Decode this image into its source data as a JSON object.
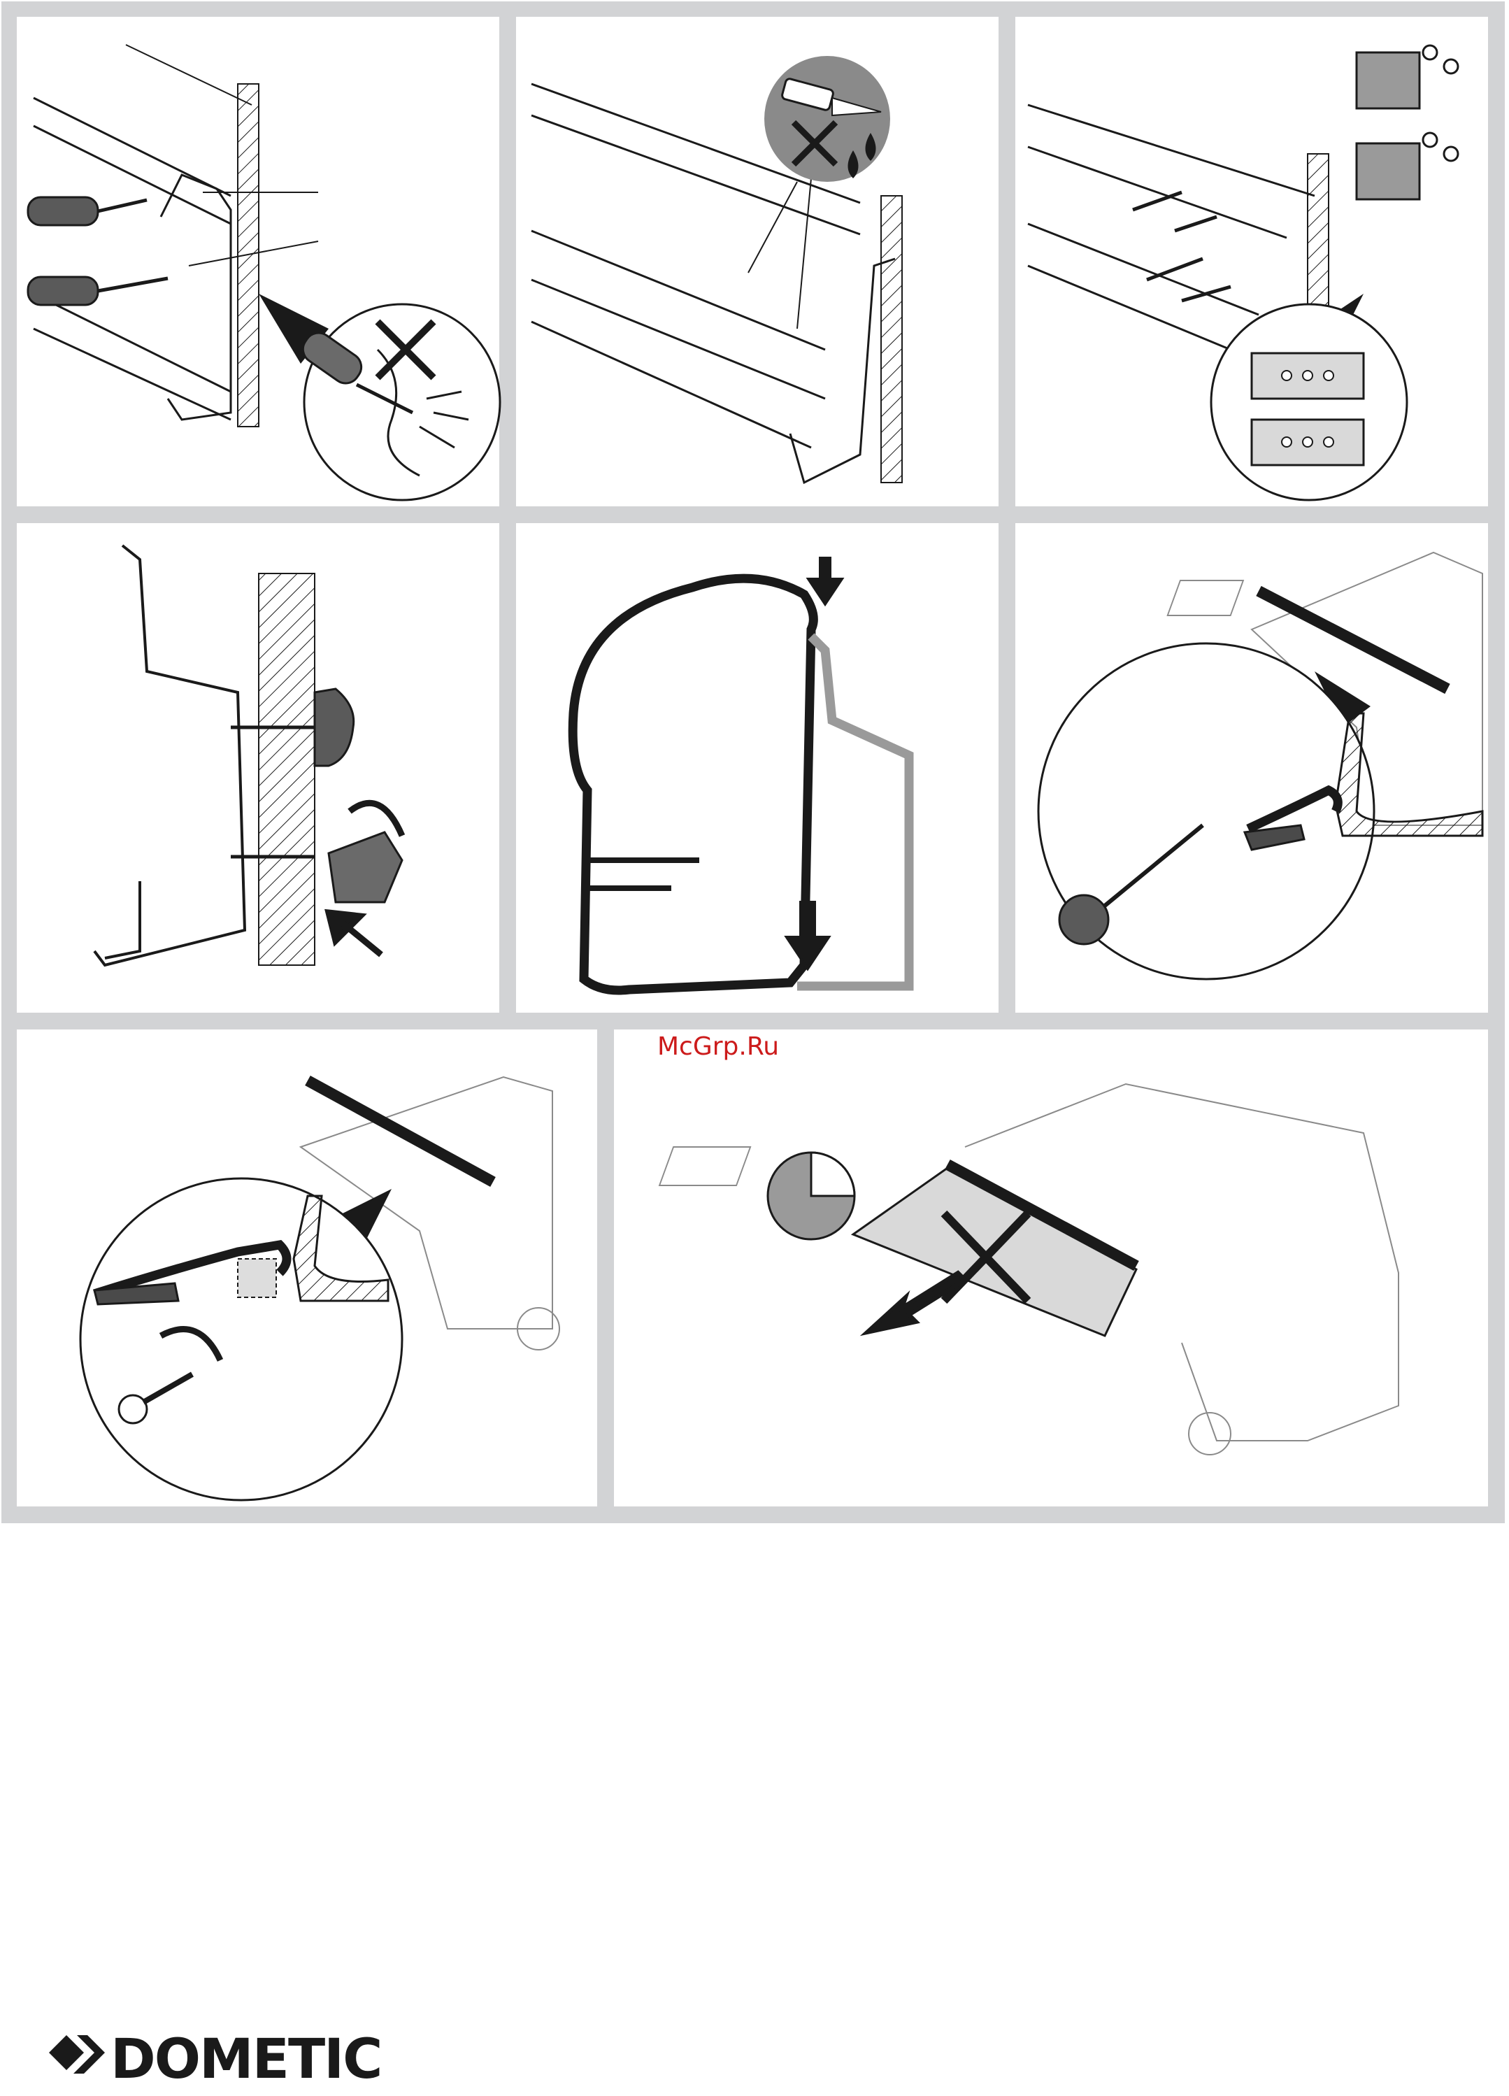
{
  "document": {
    "watermark_text": "McGrp.Ru",
    "brand": "DOMETIC"
  },
  "colors": {
    "frame": "#d2d3d5",
    "panel": "#ffffff",
    "line": "#1a1a1a",
    "light_line": "#8a8a8a",
    "dark_fill": "#4a4a4a",
    "mid_fill": "#9a9a9a",
    "pale_fill": "#e3e3e3",
    "watermark": "#cc1b1b"
  },
  "figures": [
    {
      "name": "drill-into-rail",
      "icons": [
        "drill-icon",
        "cross-icon",
        "magnifier-detail-icon"
      ]
    },
    {
      "name": "sealant-warning",
      "icons": [
        "sealant-tube-icon",
        "cross-icon",
        "drop-icon"
      ]
    },
    {
      "name": "join-plates",
      "icons": [
        "screw-icon",
        "nut-icon",
        "plate-icon"
      ]
    },
    {
      "name": "rail-section-caps",
      "icons": [
        "rotate-arrow-icon",
        "push-arrow-icon"
      ]
    },
    {
      "name": "awning-profile-insert",
      "icons": [
        "push-arrow-icon"
      ]
    },
    {
      "name": "fasten-screw-detail",
      "icons": [
        "drill-icon",
        "vehicle-icon"
      ]
    },
    {
      "name": "secure-end-screw",
      "icons": [
        "rotate-arrow-icon",
        "screw-icon",
        "vehicle-icon"
      ]
    },
    {
      "name": "do-not-pull-awning",
      "icons": [
        "clock-quarter-icon",
        "cross-icon",
        "pull-arrow-icon",
        "vehicle-icon"
      ]
    }
  ]
}
